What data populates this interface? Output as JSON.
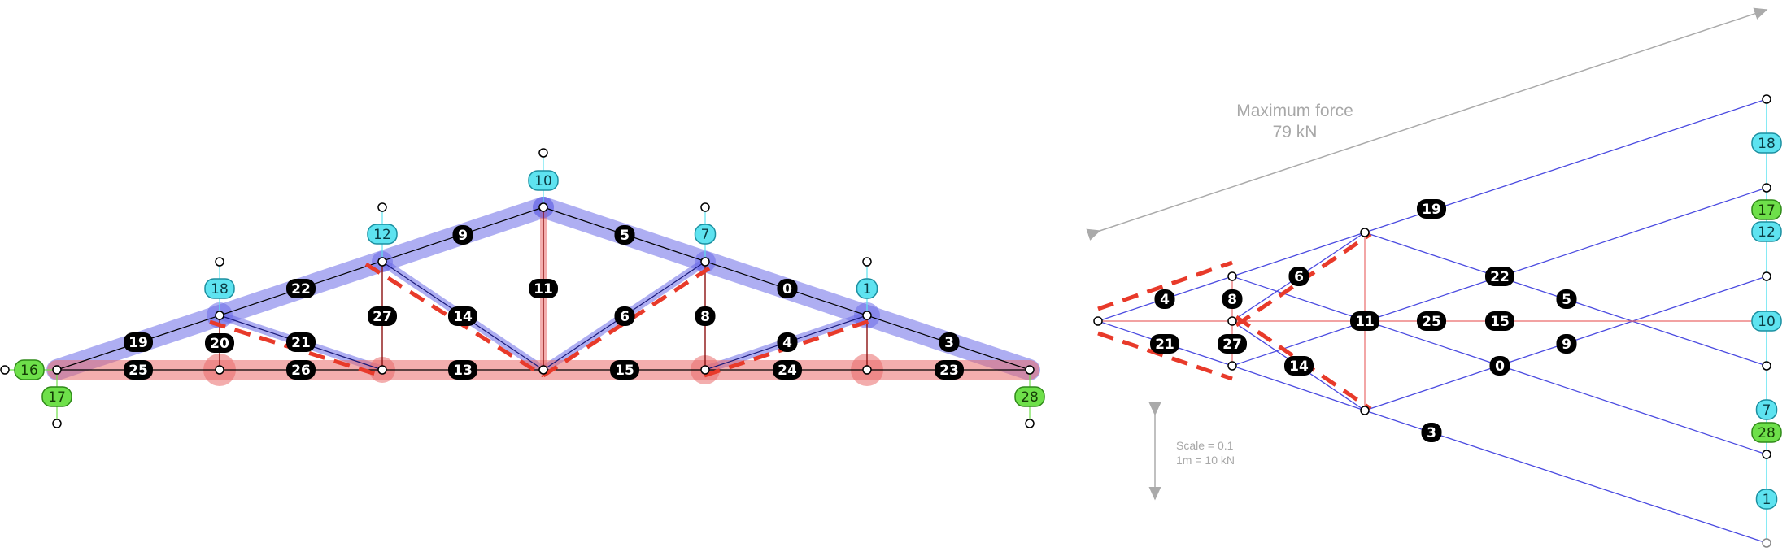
{
  "annotations": {
    "max_force_line1": "Maximum force",
    "max_force_line2": "79 kN",
    "scale_line1": "Scale = 0.1",
    "scale_line2": "1m = 10 kN"
  },
  "colors": {
    "compression": "#6b6be8",
    "tension": "#ea6b6b",
    "dashed": "#e83a2a",
    "load_label": "#5ee3f0",
    "reaction_label": "#6ee04a"
  },
  "truss_member_labels": [
    "19",
    "22",
    "9",
    "5",
    "0",
    "3",
    "25",
    "26",
    "13",
    "15",
    "24",
    "23",
    "20",
    "27",
    "11",
    "8",
    "21",
    "14",
    "6",
    "4"
  ],
  "truss_load_labels": [
    "18",
    "12",
    "10",
    "7",
    "1"
  ],
  "truss_reaction_labels": [
    "16",
    "17",
    "28"
  ],
  "diagram_member_labels": [
    "19",
    "4",
    "8",
    "6",
    "22",
    "5",
    "21",
    "27",
    "11",
    "25",
    "15",
    "9",
    "14",
    "0",
    "3"
  ],
  "diagram_load_labels": [
    "18",
    "12",
    "10",
    "7",
    "1"
  ],
  "diagram_reaction_labels": [
    "17",
    "28"
  ]
}
